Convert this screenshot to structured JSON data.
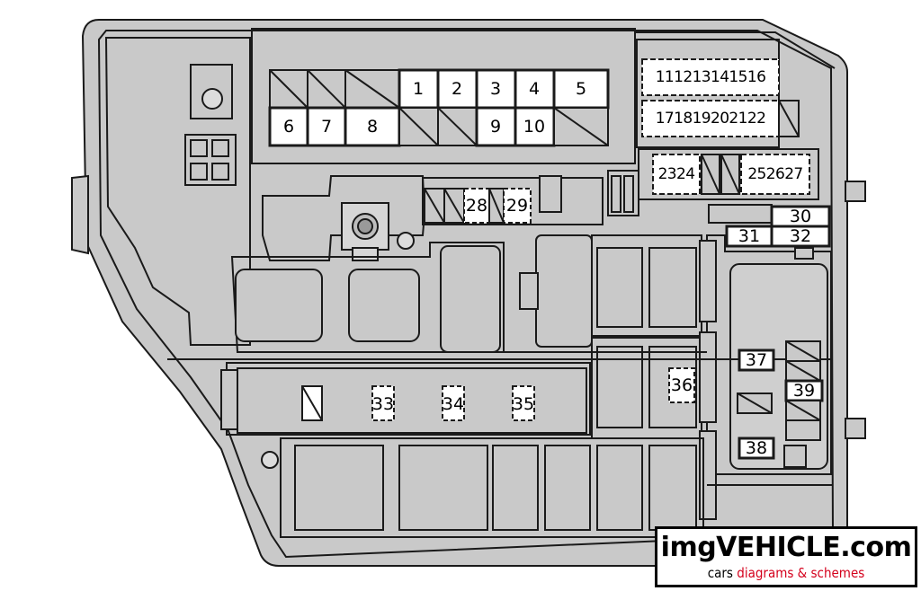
{
  "diagram": {
    "fuses": {
      "f1": "1",
      "f2": "2",
      "f3": "3",
      "f4": "4",
      "f5": "5",
      "f6": "6",
      "f7": "7",
      "f8": "8",
      "f9": "9",
      "f10": "10",
      "row11_16": "111213141516",
      "row17_22": "171819202122",
      "g23_24": "2324",
      "g25_27": "252627",
      "f28": "28",
      "f29": "29",
      "f30": "30",
      "f31": "31",
      "f32": "32",
      "f33": "33",
      "f34": "34",
      "f35": "35",
      "f36": "36",
      "f37": "37",
      "f38": "38",
      "f39": "39"
    }
  },
  "watermark": {
    "title": "imgVEHICLE.com",
    "subtitle_part1": "cars ",
    "subtitle_part2": "diagrams & schemes"
  },
  "colors": {
    "housing": "#c9c9c9",
    "outline": "#1a1a1a",
    "fuse_face": "#ffffff",
    "accent": "#d4001c"
  }
}
